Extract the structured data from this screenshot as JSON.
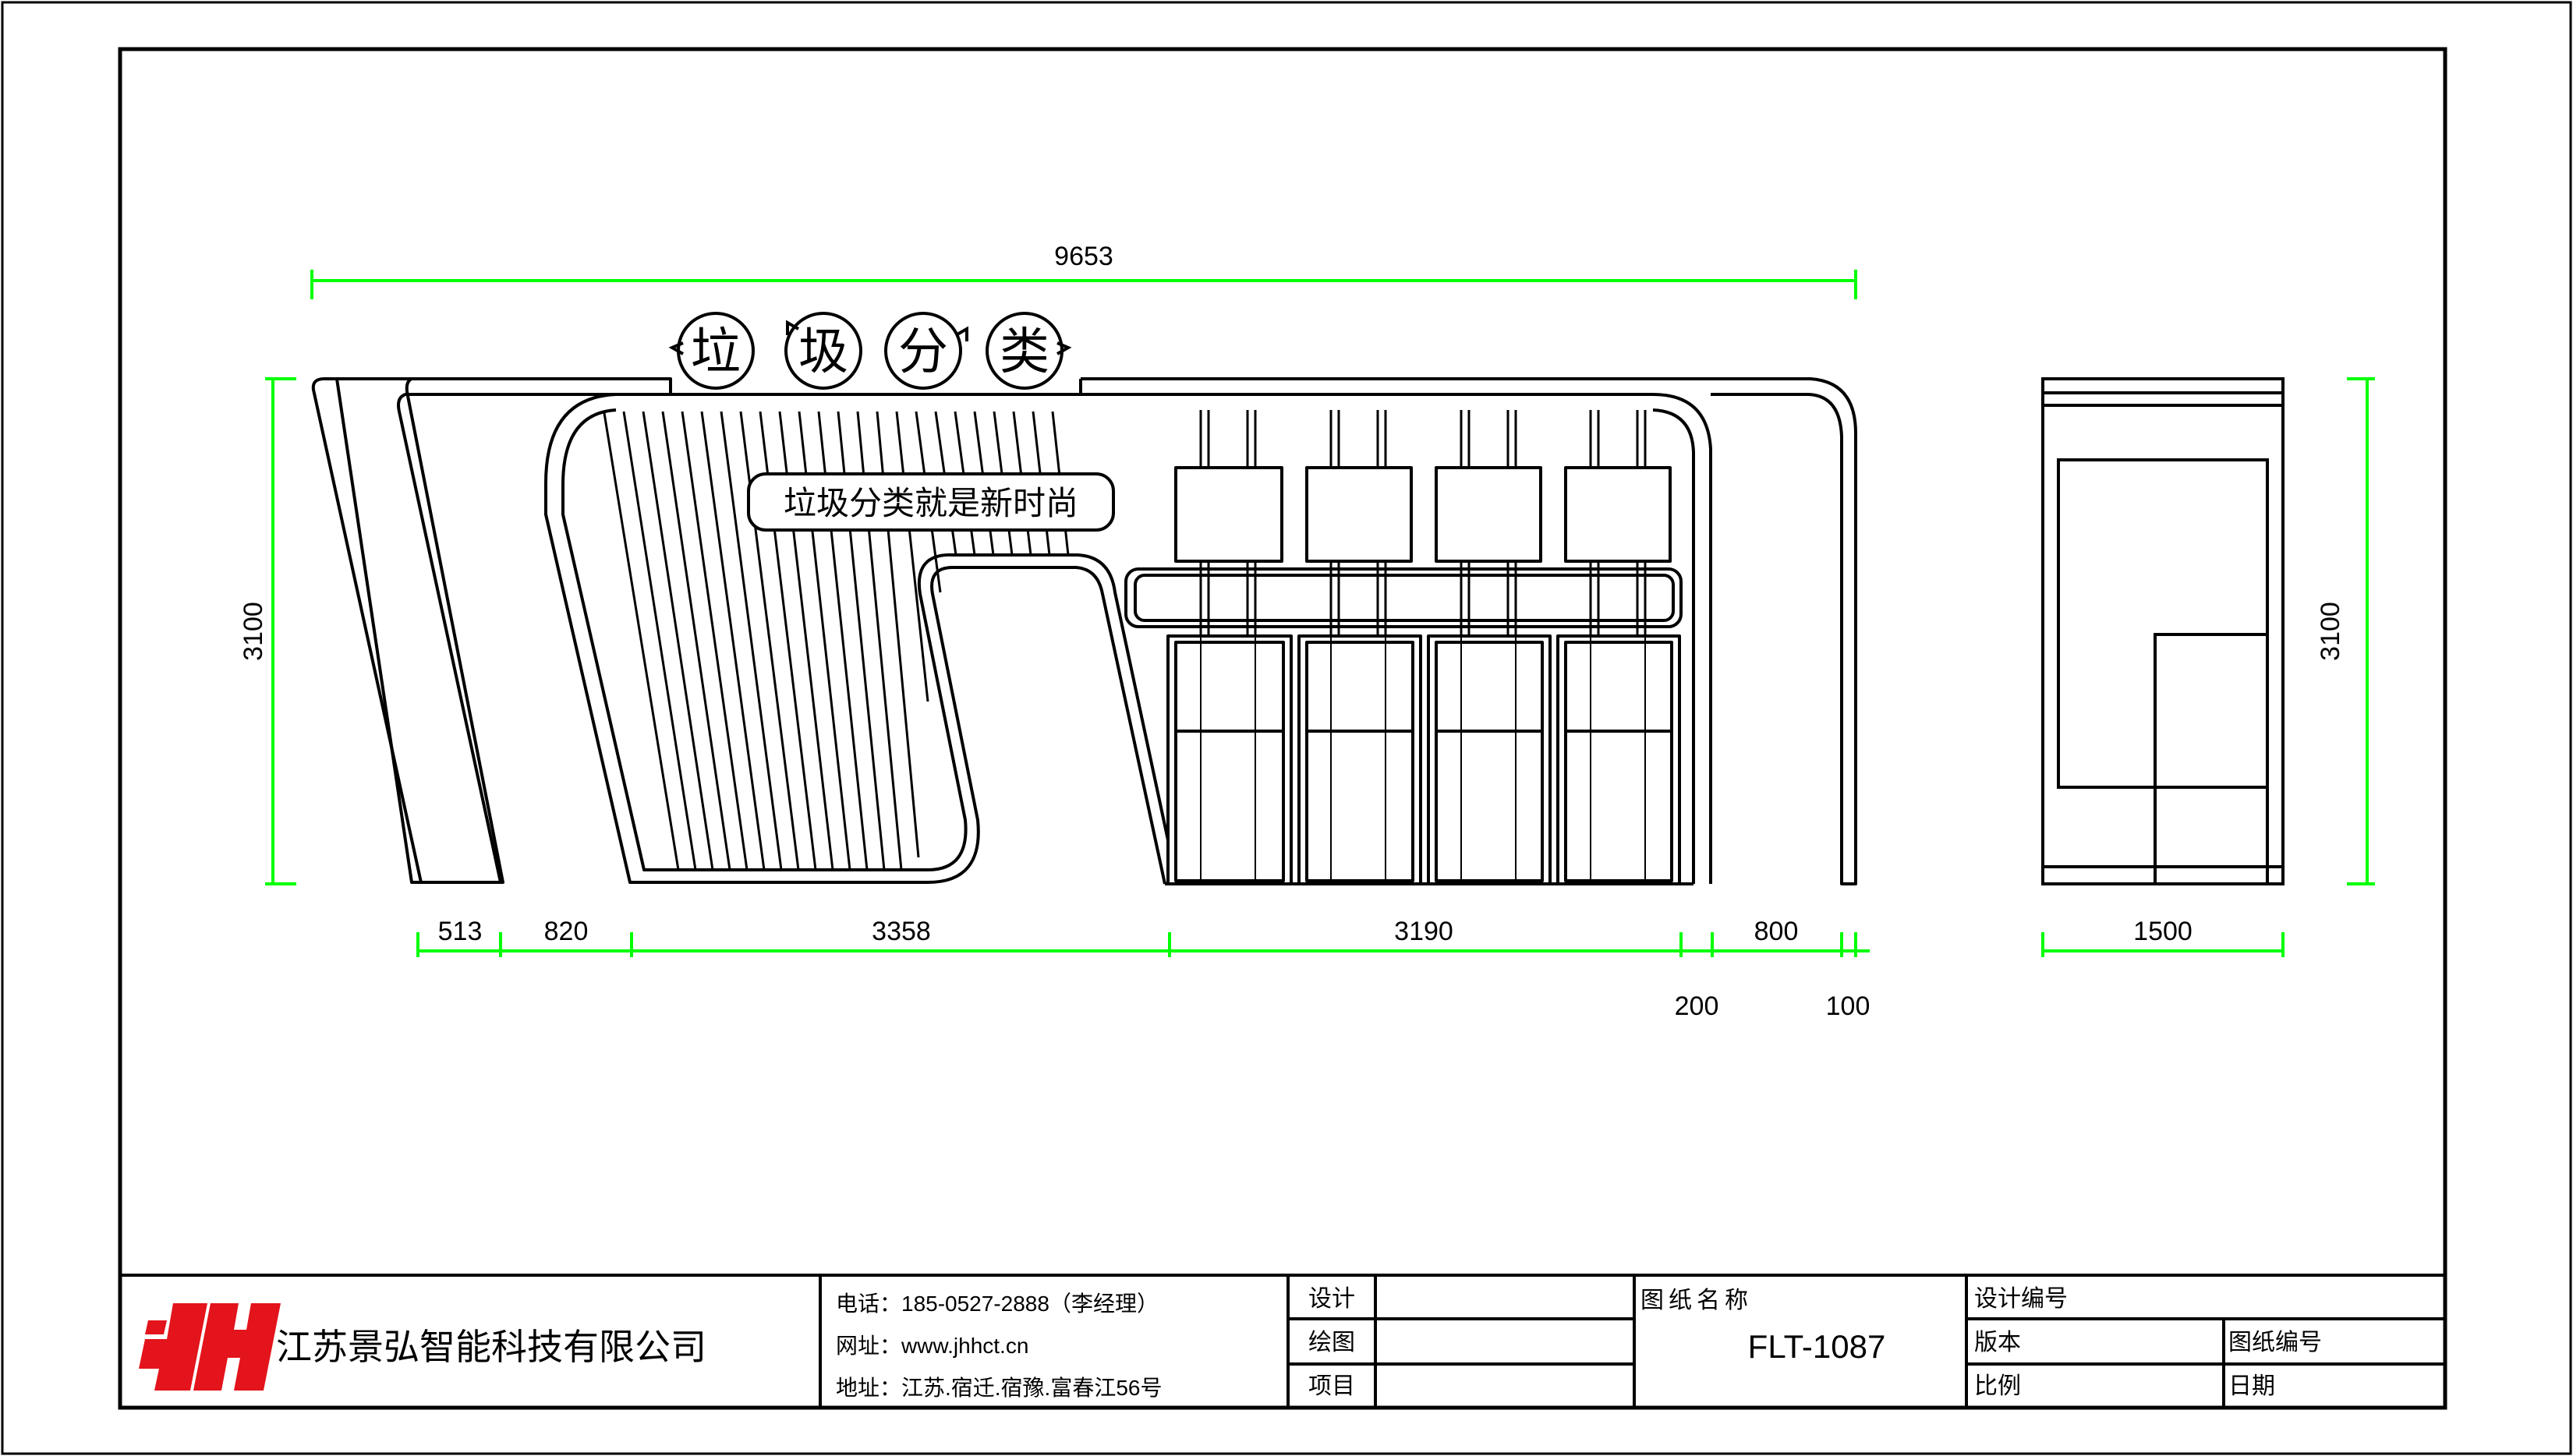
{
  "colors": {
    "line": "#000000",
    "dimension": "#00ff00",
    "logo": "#e3141b",
    "background": "#ffffff"
  },
  "drawing": {
    "sign_chars": [
      "垃",
      "圾",
      "分",
      "类"
    ],
    "slogan": "垃圾分类就是新时尚",
    "overall_width": "9653",
    "height_left": "3100",
    "height_right": "3100",
    "segments": [
      "513",
      "820",
      "3358",
      "3190",
      "800"
    ],
    "lower_dims": [
      "200",
      "100"
    ],
    "side_width": "1500"
  },
  "title_block": {
    "logo_icon": "jh-logo-icon",
    "company": "江苏景弘智能科技有限公司",
    "phone": "电话：185-0527-2888（李经理）",
    "website": "网址：www.jhhct.cn",
    "address": "地址：江苏.宿迁.宿豫.富春江56号",
    "design_label": "设计",
    "drawing_label": "绘图",
    "project_label": "项目",
    "drawing_name_label": "图纸名称",
    "drawing_name": "FLT-1087",
    "design_no_label": "设计编号",
    "version_label": "版本",
    "drawing_no_label": "图纸编号",
    "scale_label": "比例",
    "date_label": "日期"
  }
}
